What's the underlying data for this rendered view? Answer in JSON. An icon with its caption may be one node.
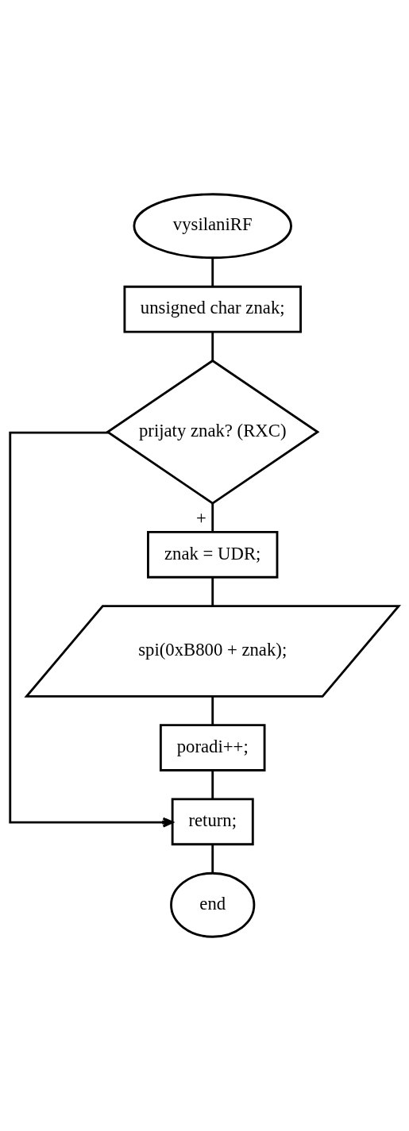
{
  "diagram": {
    "nodes": [
      {
        "text": [
          "vysilaniRF"
        ]
      },
      {
        "text": [
          "unsigned char znak;"
        ]
      },
      {
        "text": [
          "prijaty znak? (RXC)"
        ]
      },
      {
        "text": [
          "znak = UDR;"
        ]
      },
      {
        "text": [
          "spi(0xB800 + znak);"
        ]
      },
      {
        "text": [
          "poradi++;"
        ]
      },
      {
        "text": [
          "return;"
        ]
      },
      {
        "text": [
          "end"
        ]
      }
    ],
    "edges": [
      {
        "from": 0,
        "to": 1,
        "arrow": "none"
      },
      {
        "from": 1,
        "to": 2,
        "arrow": "none"
      },
      {
        "from": 2,
        "to": 3,
        "arrow": "none",
        "label": "+"
      },
      {
        "from": 3,
        "to": 4,
        "arrow": "none"
      },
      {
        "from": 4,
        "to": 5,
        "arrow": "none"
      },
      {
        "from": 5,
        "to": 6,
        "arrow": "none"
      },
      {
        "from": 2,
        "to": 6,
        "arrow": "to"
      },
      {
        "from": 6,
        "to": 7,
        "arrow": "none"
      }
    ]
  }
}
